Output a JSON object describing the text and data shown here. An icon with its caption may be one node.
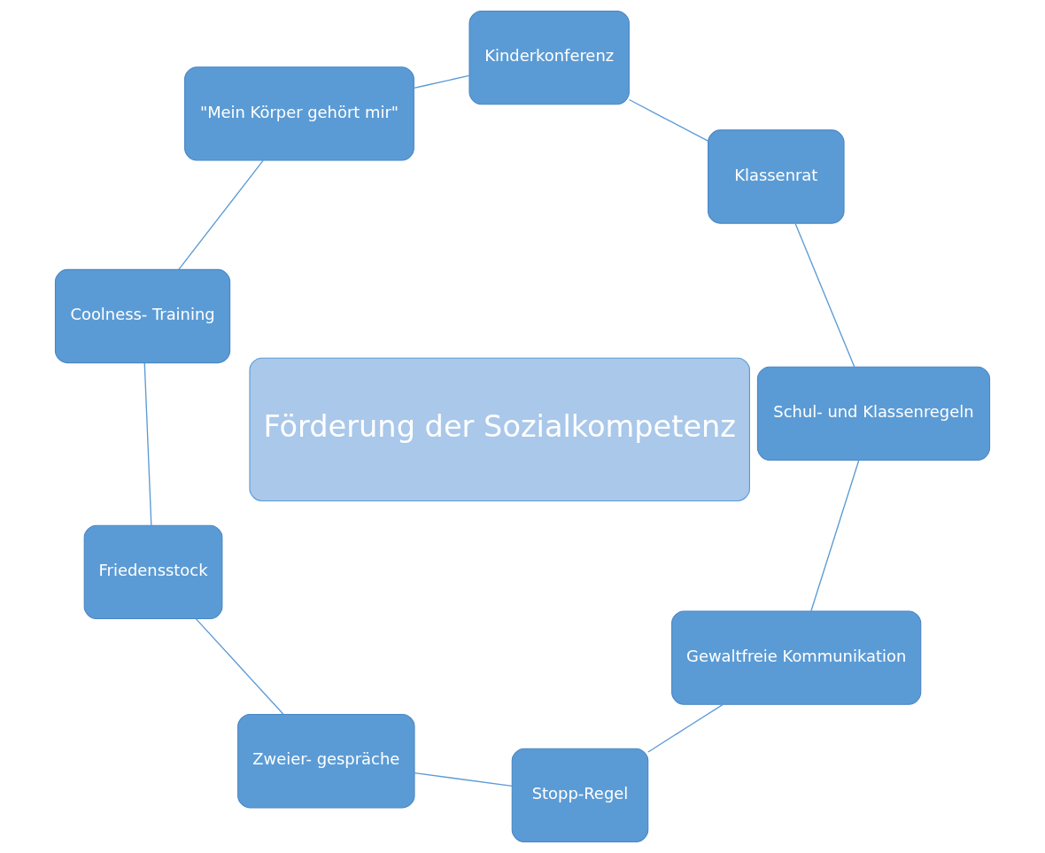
{
  "diagram": {
    "nodes": [
      {
        "text": [
          "Förderung der Sozialkompetenz"
        ]
      },
      {
        "text": [
          "Schul- und Klassenregeln"
        ]
      },
      {
        "text": [
          "Klassenrat"
        ]
      },
      {
        "text": [
          "Kinderkonferenz"
        ]
      },
      {
        "text": [
          "\"Mein Körper gehört mir\""
        ]
      },
      {
        "text": [
          "Coolness- Training"
        ]
      },
      {
        "text": [
          "Friedensstock"
        ]
      },
      {
        "text": [
          "Zweier- gespräche"
        ]
      },
      {
        "text": [
          "Stopp-Regel"
        ]
      },
      {
        "text": [
          "Gewaltfreie Kommunikation"
        ]
      }
    ],
    "edges": [
      {
        "from": 1,
        "to": 2,
        "arrow": "none"
      },
      {
        "from": 2,
        "to": 3,
        "arrow": "none"
      },
      {
        "from": 3,
        "to": 4,
        "arrow": "none"
      },
      {
        "from": 4,
        "to": 5,
        "arrow": "none"
      },
      {
        "from": 5,
        "to": 6,
        "arrow": "none"
      },
      {
        "from": 6,
        "to": 7,
        "arrow": "none"
      },
      {
        "from": 7,
        "to": 8,
        "arrow": "none"
      },
      {
        "from": 8,
        "to": 9,
        "arrow": "none"
      },
      {
        "from": 9,
        "to": 1,
        "arrow": "none"
      }
    ]
  }
}
